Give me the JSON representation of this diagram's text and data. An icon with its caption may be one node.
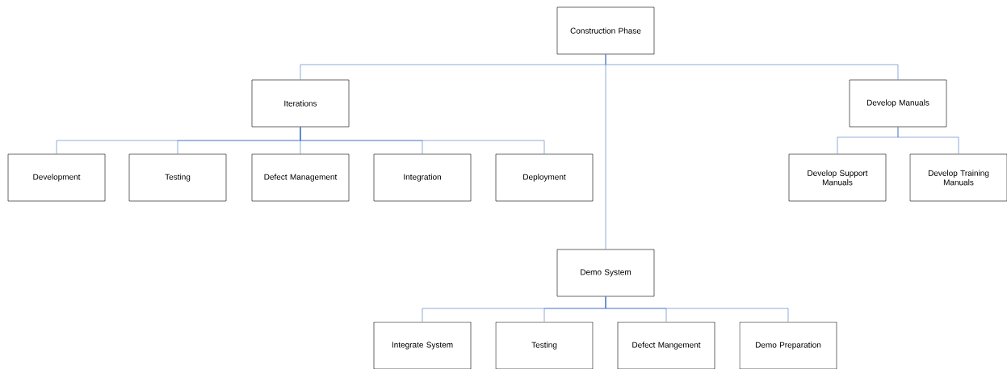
{
  "diagram": {
    "nodes": [
      {
        "text": [
          "Construction Phase"
        ]
      },
      {
        "text": [
          "Iterations"
        ]
      },
      {
        "text": [
          "Development"
        ]
      },
      {
        "text": [
          "Testing"
        ]
      },
      {
        "text": [
          "Defect Management"
        ]
      },
      {
        "text": [
          "Integration"
        ]
      },
      {
        "text": [
          "Deployment"
        ]
      },
      {
        "text": [
          "Develop Manuals"
        ]
      },
      {
        "text": [
          "Develop Support Manuals"
        ]
      },
      {
        "text": [
          "Develop Training Manuals"
        ]
      },
      {
        "text": [
          "Demo System"
        ]
      },
      {
        "text": [
          "Integrate System"
        ]
      },
      {
        "text": [
          "Testing"
        ]
      },
      {
        "text": [
          "Defect Mangement"
        ]
      },
      {
        "text": [
          "Demo Preparation"
        ]
      }
    ],
    "edges": [
      {
        "from": 0,
        "to": 1,
        "arrow": "none"
      },
      {
        "from": 0,
        "to": 7,
        "arrow": "none"
      },
      {
        "from": 0,
        "to": 10,
        "arrow": "none"
      },
      {
        "from": 1,
        "to": 2,
        "arrow": "none"
      },
      {
        "from": 1,
        "to": 3,
        "arrow": "none"
      },
      {
        "from": 1,
        "to": 4,
        "arrow": "none"
      },
      {
        "from": 1,
        "to": 5,
        "arrow": "none"
      },
      {
        "from": 1,
        "to": 6,
        "arrow": "none"
      },
      {
        "from": 7,
        "to": 8,
        "arrow": "none"
      },
      {
        "from": 7,
        "to": 9,
        "arrow": "none"
      },
      {
        "from": 10,
        "to": 11,
        "arrow": "none"
      },
      {
        "from": 10,
        "to": 12,
        "arrow": "none"
      },
      {
        "from": 10,
        "to": 13,
        "arrow": "none"
      },
      {
        "from": 10,
        "to": 14,
        "arrow": "none"
      }
    ]
  }
}
